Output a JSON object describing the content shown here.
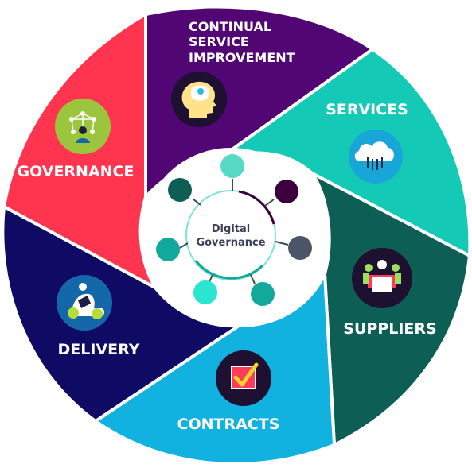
{
  "center": {
    "title_line1": "Digital",
    "title_line2": "Governance",
    "node_colors": [
      "#56D9C5",
      "#3D003F",
      "#4A5568",
      "#12A89B",
      "#2AE5D0",
      "#12A89B",
      "#0E8F80",
      "#0F5E55"
    ],
    "ring_colors": [
      "#3D003F",
      "#4A5568",
      "#0E6E62",
      "#2AE5D0",
      "#12A89B",
      "#0F5E55"
    ]
  },
  "segments": [
    {
      "id": "continual-service-improvement",
      "lines": [
        "CONTINUAL",
        "SERVICE",
        "IMPROVEMENT"
      ],
      "color": "#510674",
      "icon": "brain-head-icon"
    },
    {
      "id": "services",
      "lines": [
        "SERVICES"
      ],
      "color": "#14C9B5",
      "icon": "cloud-icon"
    },
    {
      "id": "suppliers",
      "lines": [
        "SUPPLIERS"
      ],
      "color": "#0D5E55",
      "icon": "meeting-people-icon"
    },
    {
      "id": "contracts",
      "lines": [
        "CONTRACTS"
      ],
      "color": "#12B2E0",
      "icon": "checkbox-icon"
    },
    {
      "id": "delivery",
      "lines": [
        "DELIVERY"
      ],
      "color": "#0F0A63",
      "icon": "delivery-person-icon"
    },
    {
      "id": "governance",
      "lines": [
        "GOVERNANCE"
      ],
      "color": "#FF3550",
      "icon": "network-person-icon"
    }
  ]
}
